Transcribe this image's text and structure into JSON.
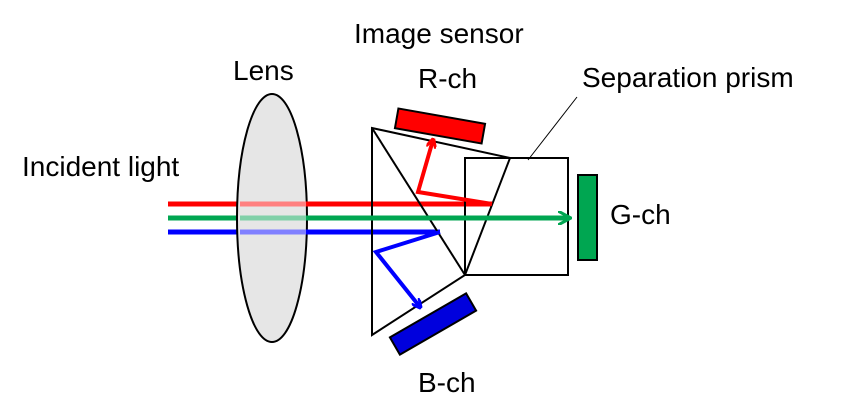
{
  "labels": {
    "image_sensor": "Image sensor",
    "lens": "Lens",
    "r_ch": "R-ch",
    "separation_prism": "Separation prism",
    "incident_light": "Incident light",
    "g_ch": "G-ch",
    "b_ch": "B-ch"
  },
  "colors": {
    "red": "#ff0000",
    "green": "#00a651",
    "blue": "#0000ff",
    "sensor_red": "#ff0000",
    "sensor_green": "#00a651",
    "sensor_blue": "#0000dd",
    "lens_fill": "#e6e6e6",
    "outline": "#000000"
  }
}
